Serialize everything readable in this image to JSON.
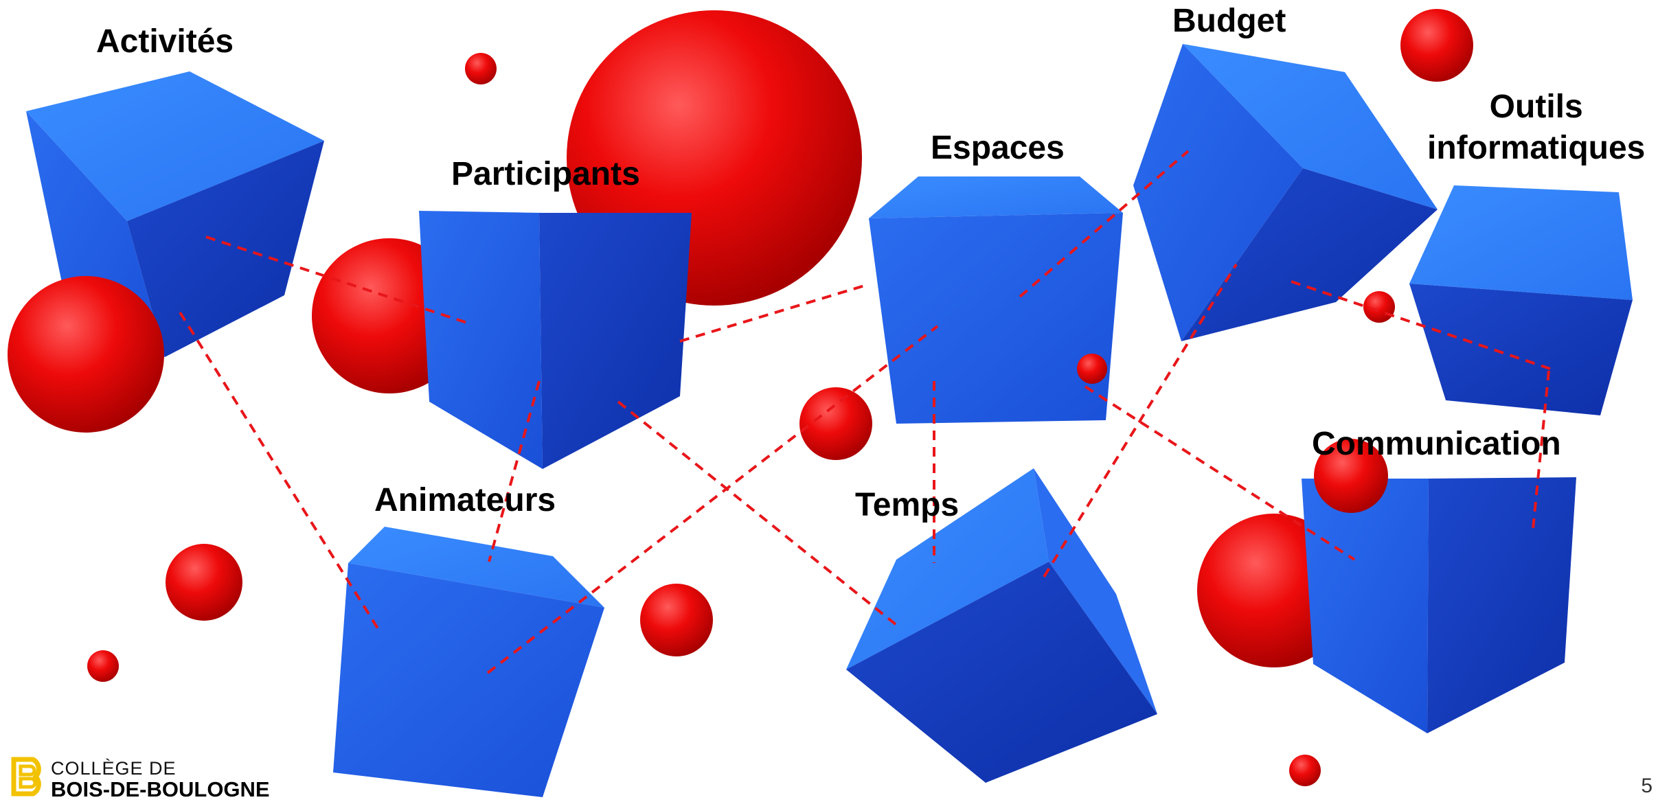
{
  "labels": {
    "activites": "Activités",
    "participants": "Participants",
    "espaces": "Espaces",
    "budget": "Budget",
    "outils": "Outils\ninformatiques",
    "animateurs": "Animateurs",
    "temps": "Temps",
    "communication": "Communication"
  },
  "logo": {
    "line1": "COLLÈGE DE",
    "line2": "BOIS-DE-BOULOGNE"
  },
  "page_number": "5",
  "colors": {
    "cube": "#1a5ae6",
    "sphere": "#e00000",
    "connector": "#e8161a",
    "logo": "#f2c200"
  }
}
